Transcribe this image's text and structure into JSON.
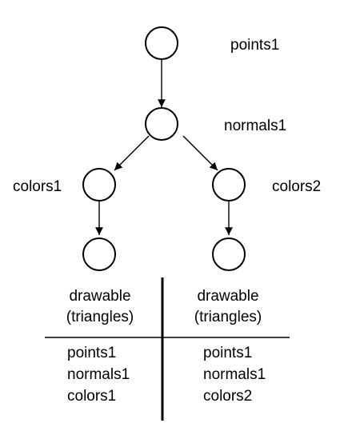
{
  "nodes": {
    "points_node": {
      "label": "points1"
    },
    "normals_node": {
      "label": "normals1"
    },
    "colors_left_node": {
      "label": "colors1"
    },
    "colors_right_node": {
      "label": "colors2"
    },
    "drawable_left_node": {
      "label": ""
    },
    "drawable_right_node": {
      "label": ""
    }
  },
  "table": {
    "left": {
      "title_line1": "drawable",
      "title_line2": "(triangles)",
      "state": [
        "points1",
        "normals1",
        "colors1"
      ]
    },
    "right": {
      "title_line1": "drawable",
      "title_line2": "(triangles)",
      "state": [
        "points1",
        "normals1",
        "colors2"
      ]
    }
  }
}
